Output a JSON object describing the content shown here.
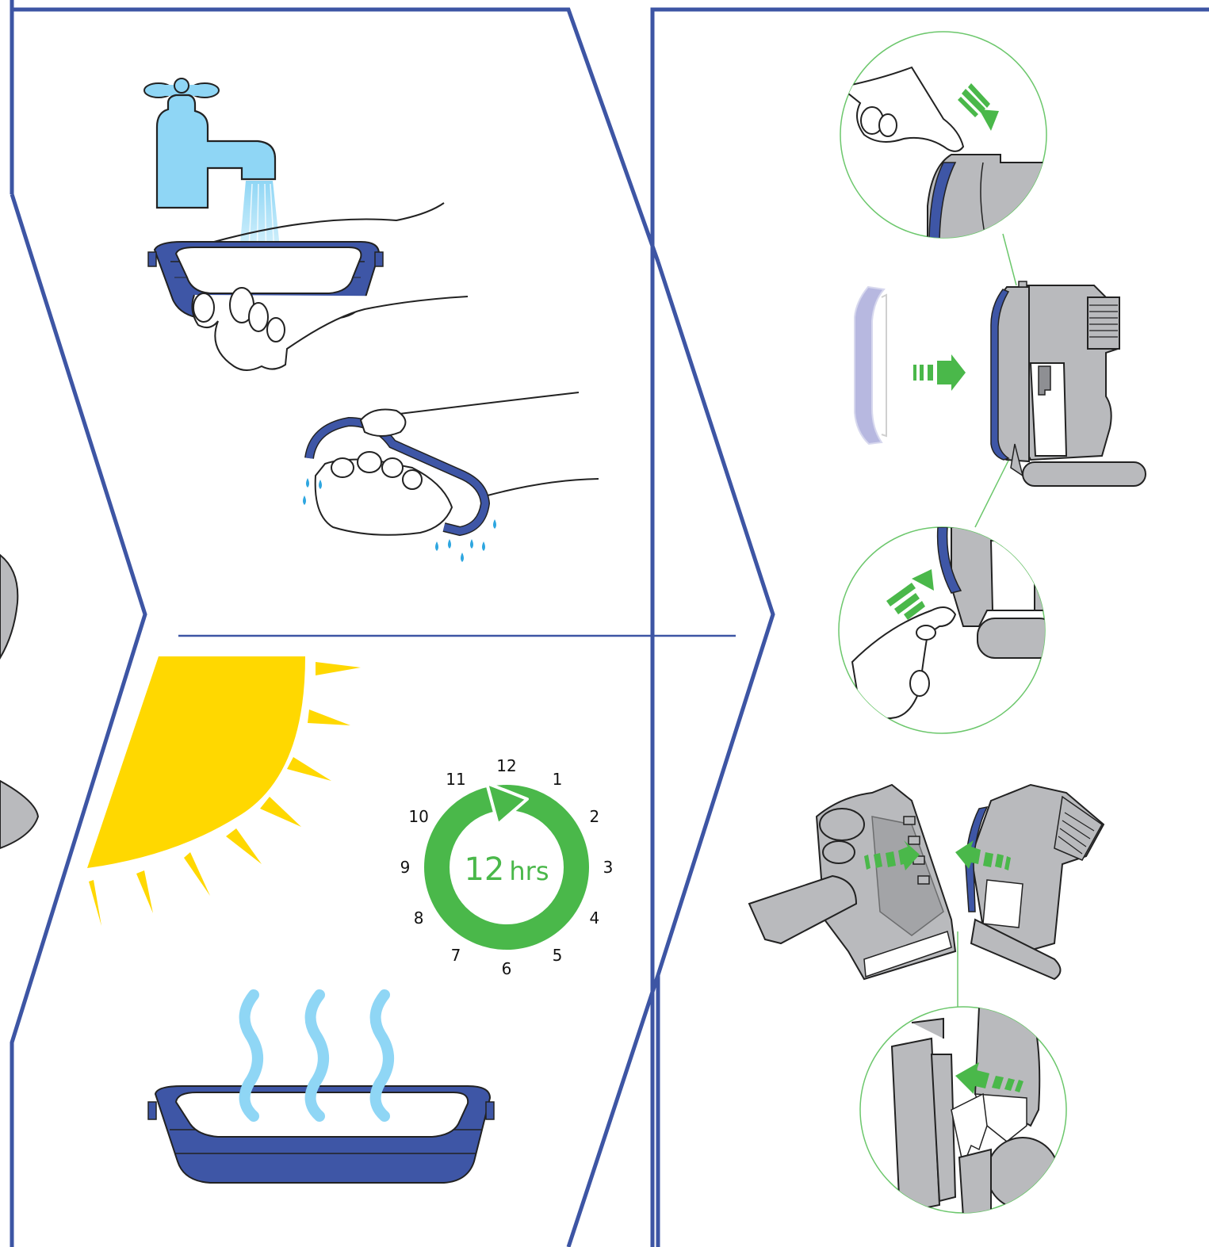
{
  "clock": {
    "numbers": [
      "12",
      "1",
      "2",
      "3",
      "4",
      "5",
      "6",
      "7",
      "8",
      "9",
      "10",
      "11"
    ],
    "duration_value": "12",
    "duration_unit": "hrs"
  },
  "colors": {
    "frame_blue": "#3d55a4",
    "filter_blue": "#3e56a6",
    "water_blue": "#8fd6f5",
    "sun_yellow": "#ffd800",
    "green": "#4ab84a",
    "device_gray": "#b9babd",
    "device_dark": "#8e8f93",
    "callout_green": "#6cc76c"
  },
  "icons": [
    "tap-icon",
    "water-drop-icon",
    "sun-icon",
    "steam-icon",
    "clock-arrow-icon",
    "push-arrow-icon"
  ]
}
